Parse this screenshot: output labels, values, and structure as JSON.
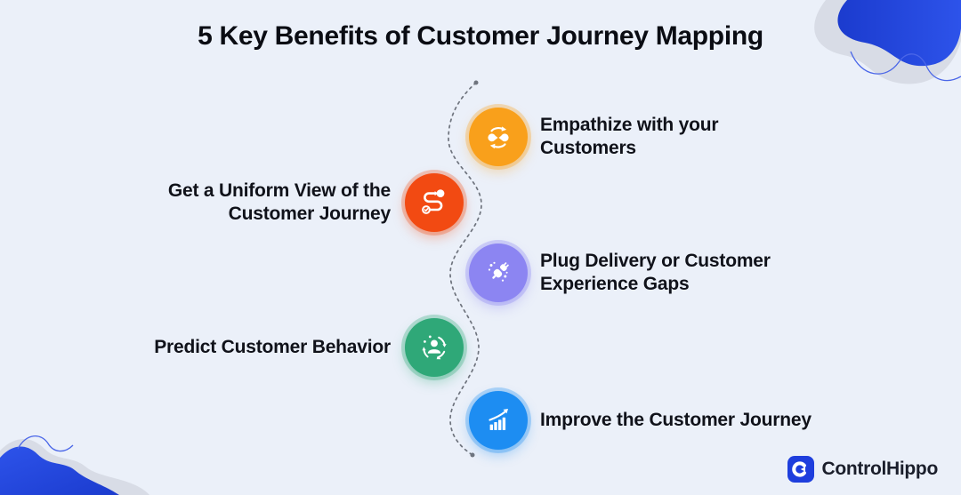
{
  "title": "5 Key Benefits of Customer Journey Mapping",
  "colors": {
    "background": "#EBF0F9",
    "title_text": "#0A0C13",
    "label_text": "#10121A",
    "dotted_line": "#6F747E",
    "blob_blue_dark": "#1B3BCE",
    "blob_blue_bright": "#2D53EA",
    "blob_shadow": "#D8DCE6",
    "blob_outline": "#4A66E8",
    "logo_blue": "#1E3EDD",
    "logo_text": "#1A1E2B"
  },
  "benefits": [
    {
      "id": 1,
      "side": "right",
      "icon": "empathize-exchange-icon",
      "color": "#F9A01B",
      "lines": [
        "Empathize with your",
        "Customers"
      ]
    },
    {
      "id": 2,
      "side": "left",
      "icon": "route-journey-icon",
      "color": "#F24A12",
      "lines": [
        "Get a Uniform View of the",
        "Customer Journey"
      ]
    },
    {
      "id": 3,
      "side": "right",
      "icon": "plug-connector-icon",
      "color": "#8C85F2",
      "lines": [
        "Plug Delivery or Customer",
        "Experience Gaps"
      ]
    },
    {
      "id": 4,
      "side": "left",
      "icon": "person-cycle-icon",
      "color": "#2FA878",
      "lines": [
        "Predict Customer Behavior"
      ]
    },
    {
      "id": 5,
      "side": "right",
      "icon": "growth-chart-icon",
      "color": "#1D8DF2",
      "lines": [
        "Improve the Customer Journey"
      ]
    }
  ],
  "logo": {
    "brand": "ControlHippo"
  }
}
